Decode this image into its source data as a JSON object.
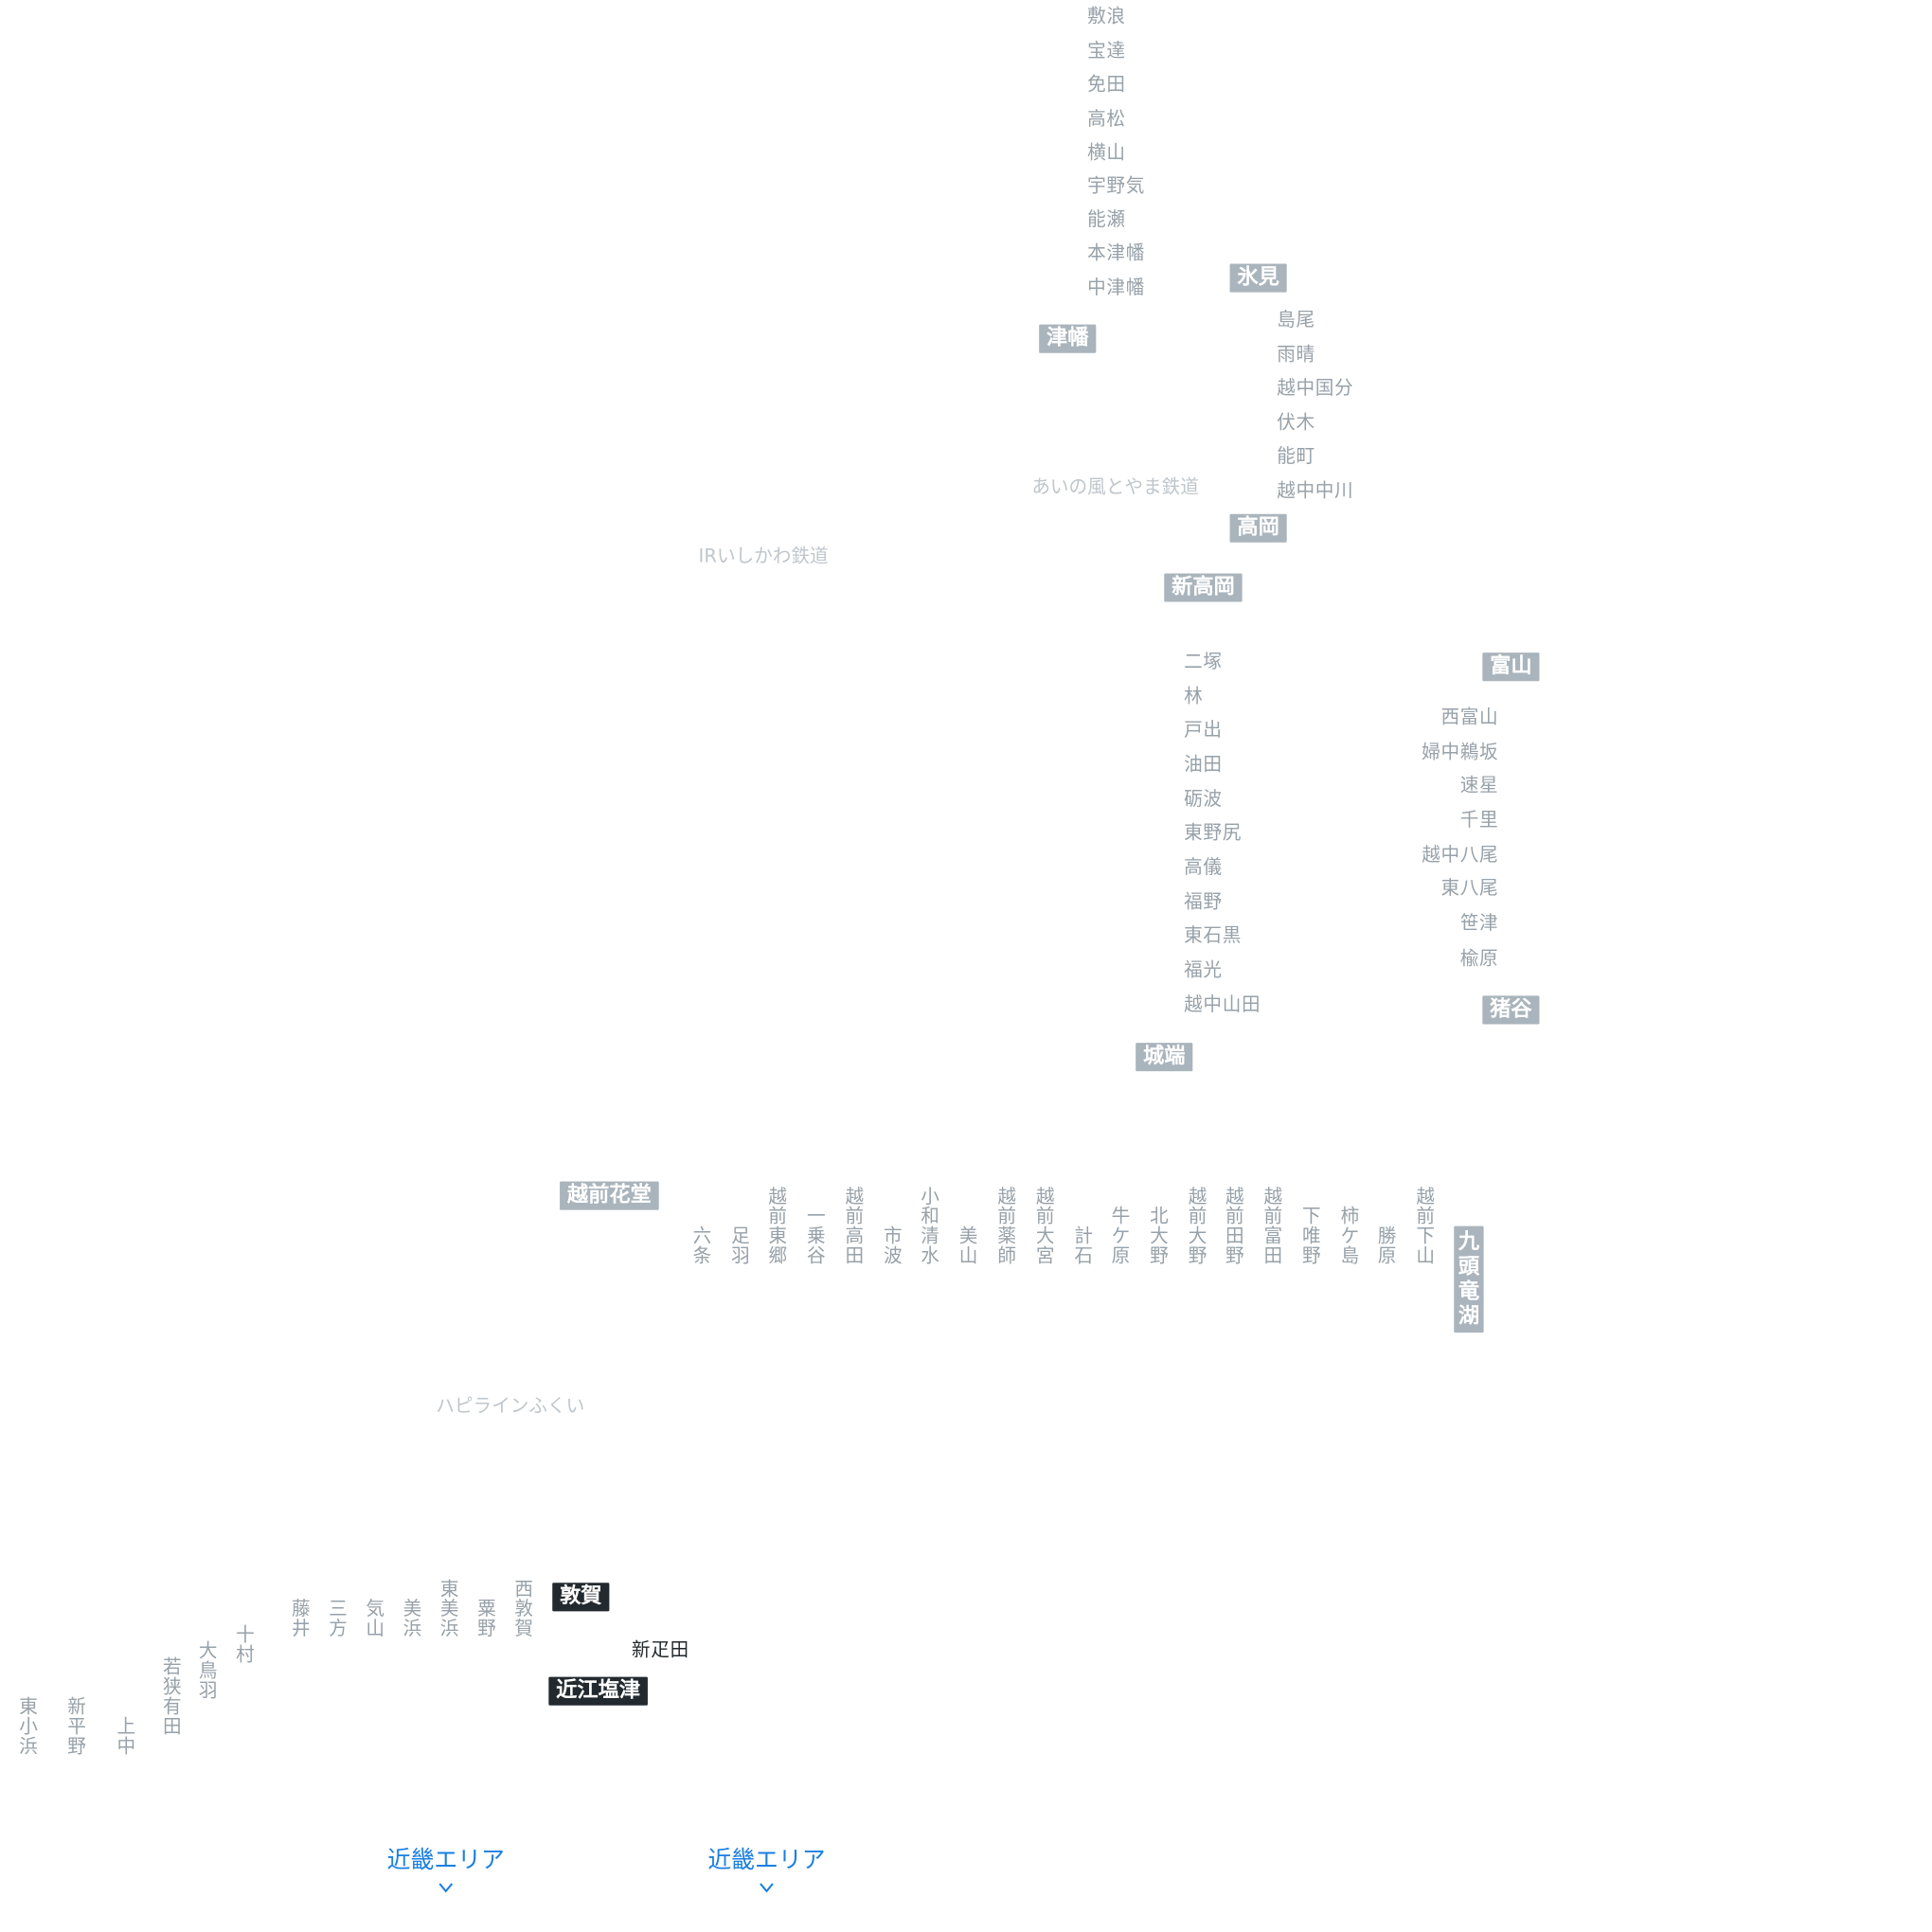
{
  "lines": {
    "ai_no_kaze": "あいの風とやま鉄道",
    "ir_ishikawa": "IRいしかわ鉄道",
    "hapiline": "ハピラインふくい"
  },
  "himi_line_top": [
    "敷浪",
    "宝達",
    "免田",
    "高松",
    "横山",
    "宇野気",
    "能瀬",
    "本津幡",
    "中津幡"
  ],
  "hubs": {
    "tsubata": "津幡",
    "himi": "氷見",
    "takaoka": "高岡",
    "shin_takaoka": "新高岡",
    "toyama": "富山",
    "inotani": "猪谷",
    "johana": "城端",
    "echizen_hanando": "越前花堂",
    "kuzuryuko": "九頭竜湖",
    "tsuruga": "敦賀",
    "omi_shiotsu": "近江塩津"
  },
  "himi_line": [
    "島尾",
    "雨晴",
    "越中国分",
    "伏木",
    "能町",
    "越中中川"
  ],
  "johana_line": [
    "二塚",
    "林",
    "戸出",
    "油田",
    "砺波",
    "東野尻",
    "高儀",
    "福野",
    "東石黒",
    "福光",
    "越中山田"
  ],
  "takayama_line": [
    "西富山",
    "婦中鵜坂",
    "速星",
    "千里",
    "越中八尾",
    "東八尾",
    "笹津",
    "楡原"
  ],
  "etsumi_line": [
    "六条",
    "足羽",
    "越前東郷",
    "一乗谷",
    "越前高田",
    "市波",
    "小和清水",
    "美山",
    "越前薬師",
    "越前大宮",
    "計石",
    "牛ケ原",
    "北大野",
    "越前大野",
    "越前田野",
    "越前富田",
    "下唯野",
    "柿ケ島",
    "勝原",
    "越前下山"
  ],
  "obama_line": [
    "東小浜",
    "新平野",
    "上中",
    "若狭有田",
    "大鳥羽",
    "十村",
    "藤井",
    "三方",
    "気山",
    "美浜",
    "東美浜",
    "粟野",
    "西敦賀"
  ],
  "hokuriku_south": "新疋田",
  "kinki_links": [
    "近畿エリア",
    "近畿エリア"
  ]
}
